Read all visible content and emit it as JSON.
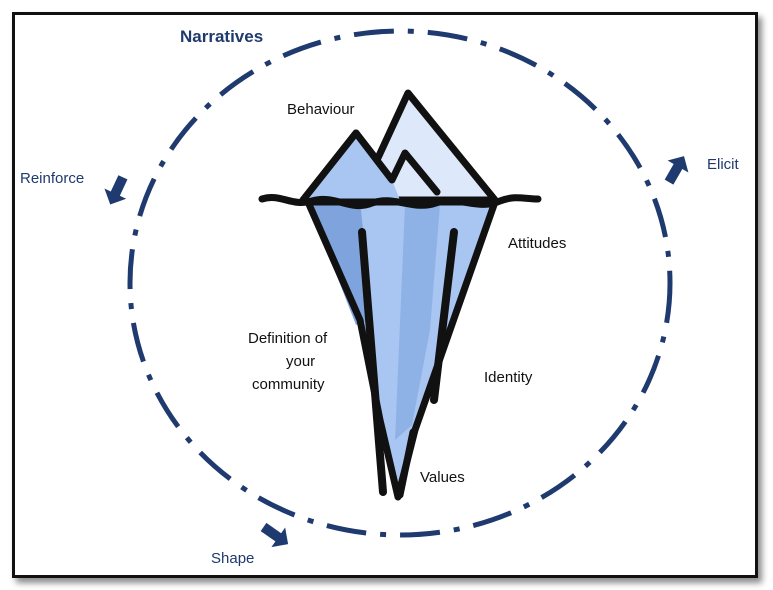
{
  "diagram": {
    "title": "Narratives",
    "cycle_labels": {
      "reinforce": "Reinforce",
      "elicit": "Elicit",
      "shape": "Shape"
    },
    "iceberg_labels": {
      "behaviour": "Behaviour",
      "attitudes": "Attitudes",
      "definition_line1": "Definition of",
      "definition_line2": "your",
      "definition_line3": "community",
      "identity": "Identity",
      "values": "Values"
    },
    "colors": {
      "circle": "#1f3a6e",
      "arrows": "#1f3a6e",
      "outline": "#111111",
      "ice_light": "#dde9fb",
      "ice_mid": "#a9c6f2",
      "ice_dark": "#7fa3dc"
    }
  }
}
